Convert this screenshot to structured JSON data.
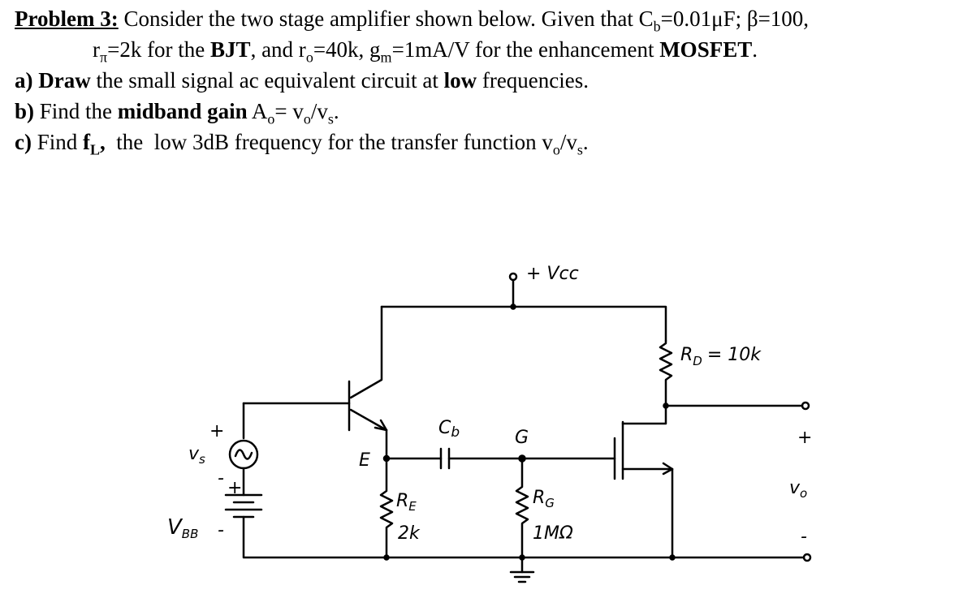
{
  "problem": {
    "title": "Problem 3:",
    "line1": " Consider the two stage amplifier shown below. Given that C",
    "line1_sub": "b",
    "line1_rest": "=0.01μF; β=100,",
    "line2_a": "r",
    "line2_a_sub": "π",
    "line2_b": "=2k for the ",
    "line2_bjt": "BJT",
    "line2_c": ", and r",
    "line2_c_sub": "o",
    "line2_d": "=40k, g",
    "line2_d_sub": "m",
    "line2_e": "=1mA/V for the enhancement ",
    "line2_mosfet": "MOSFET",
    "line2_end": ".",
    "a_label": "a) Draw",
    "a_text": " the small signal ac equivalent circuit at ",
    "a_low": "low",
    "a_end": " frequencies.",
    "b_label": "b)",
    "b_text": " Find the ",
    "b_bold": "midband gain",
    "b_eq": " A",
    "b_eq_sub": "o",
    "b_eq2": "= v",
    "b_eq2_sub": "o",
    "b_eq3": "/v",
    "b_eq3_sub": "s",
    "b_end": ".",
    "c_label": "c)",
    "c_text": " Find ",
    "c_f": "f",
    "c_f_sub": "L",
    "c_comma": ",",
    "c_rest": "  the  low 3dB frequency for the transfer function v",
    "c_rest_sub": "o",
    "c_rest2": "/v",
    "c_rest2_sub": "s",
    "c_end": "."
  },
  "circuit": {
    "vcc": "+ Vcc",
    "rd": "R",
    "rd_sub": "D",
    "rd_val": "= 10k",
    "cb": "C",
    "cb_sub": "b",
    "g": "G",
    "e": "E",
    "re": "R",
    "re_sub": "E",
    "re_val": "2k",
    "rg": "R",
    "rg_sub": "G",
    "rg_val": "1MΩ",
    "vs": "v",
    "vs_sub": "s",
    "vs_plus": "+",
    "vs_minus": "-",
    "vbb": "V",
    "vbb_sub": "BB",
    "vbb_plus": "+",
    "vbb_minus": "-",
    "vo": "v",
    "vo_sub": "o",
    "vo_plus": "+",
    "vo_minus": "-"
  }
}
